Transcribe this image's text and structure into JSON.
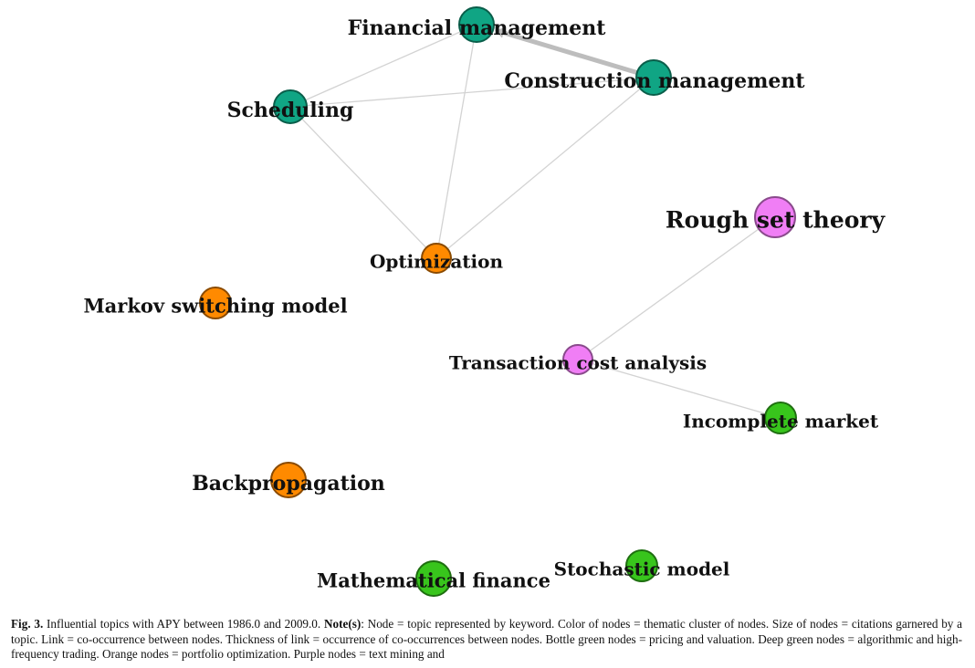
{
  "network": {
    "colors": {
      "teal": "#10A584",
      "teal_stroke": "#0A5E4A",
      "orange": "#FF8A00",
      "orange_stroke": "#8A4A00",
      "purple": "#F07EF5",
      "purple_stroke": "#8A4A8C",
      "green": "#38C51C",
      "green_stroke": "#1E6E10",
      "edge": "#D3D3D3",
      "edge_strong": "#BDBDBD"
    },
    "nodes": [
      {
        "id": "financial-management",
        "label": "Financial management",
        "color": "teal",
        "radius": 19
      },
      {
        "id": "construction-management",
        "label": "Construction management",
        "color": "teal",
        "radius": 19
      },
      {
        "id": "scheduling",
        "label": "Scheduling",
        "color": "teal",
        "radius": 18
      },
      {
        "id": "rough-set-theory",
        "label": "Rough set theory",
        "color": "purple",
        "radius": 22
      },
      {
        "id": "optimization",
        "label": "Optimization",
        "color": "orange",
        "radius": 16
      },
      {
        "id": "markov-switching-model",
        "label": "Markov switching model",
        "color": "orange",
        "radius": 17
      },
      {
        "id": "transaction-cost-analysis",
        "label": "Transaction cost analysis",
        "color": "purple",
        "radius": 16
      },
      {
        "id": "incomplete-market",
        "label": "Incomplete market",
        "color": "green",
        "radius": 17
      },
      {
        "id": "backpropagation",
        "label": "Backpropagation",
        "color": "orange",
        "radius": 19
      },
      {
        "id": "mathematical-finance",
        "label": "Mathematical finance",
        "color": "green",
        "radius": 19
      },
      {
        "id": "stochastic-model",
        "label": "Stochastic model",
        "color": "green",
        "radius": 17
      }
    ],
    "edges": [
      {
        "source": "construction-management",
        "target": "financial-management",
        "weight": 3,
        "directed": true
      },
      {
        "source": "financial-management",
        "target": "scheduling",
        "weight": 1
      },
      {
        "source": "construction-management",
        "target": "scheduling",
        "weight": 1
      },
      {
        "source": "financial-management",
        "target": "optimization",
        "weight": 1
      },
      {
        "source": "scheduling",
        "target": "optimization",
        "weight": 1
      },
      {
        "source": "construction-management",
        "target": "optimization",
        "weight": 1
      },
      {
        "source": "rough-set-theory",
        "target": "transaction-cost-analysis",
        "weight": 1
      },
      {
        "source": "transaction-cost-analysis",
        "target": "incomplete-market",
        "weight": 1
      }
    ]
  },
  "caption": {
    "fig_label": "Fig. 3.",
    "text_1": "Influential topics with APY between 1986.0 and 2009.0.",
    "notes_label": "Note(s)",
    "text_2": ": Node = topic represented by keyword. Color of nodes = thematic cluster of nodes. Size of nodes = citations garnered by a topic. Link = co-occurrence between nodes. Thickness of link = occurrence of co-occurrences between nodes. Bottle green nodes = pricing and valuation. Deep green nodes = algorithmic and high-frequency trading. Orange nodes = portfolio optimization. Purple nodes = text mining and"
  }
}
